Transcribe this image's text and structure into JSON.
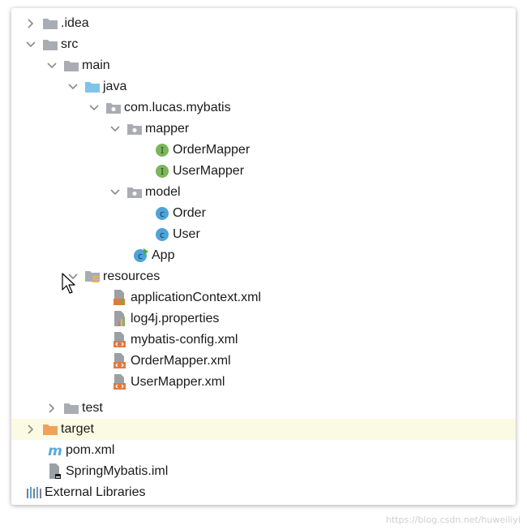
{
  "tree": {
    "idea": ".idea",
    "src": "src",
    "main": "main",
    "java": "java",
    "package": "com.lucas.mybatis",
    "mapper": "mapper",
    "order_mapper": "OrderMapper",
    "user_mapper": "UserMapper",
    "model": "model",
    "order": "Order",
    "user": "User",
    "app": "App",
    "resources": "resources",
    "application_context": "applicationContext.xml",
    "log4j": "log4j.properties",
    "mybatis_config": "mybatis-config.xml",
    "order_mapper_xml": "OrderMapper.xml",
    "user_mapper_xml": "UserMapper.xml",
    "test": "test",
    "target": "target",
    "pom": "pom.xml",
    "iml": "SpringMybatis.iml",
    "external_libraries": "External Libraries"
  },
  "watermark": "https://blog.csdn.net/huweiliyi",
  "colors": {
    "folder": "#a9adb3",
    "source_folder": "#7fc4e8",
    "excluded_folder": "#f0a25a",
    "interface_icon": "#7cb55b",
    "class_icon": "#4fa3d8",
    "xml_icon": "#e07a3e",
    "highlight_row": "#fbfae3"
  }
}
